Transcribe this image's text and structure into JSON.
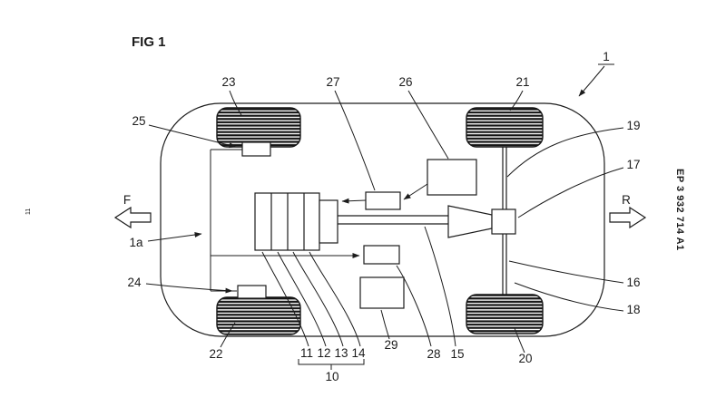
{
  "figure": {
    "title": "FIG 1",
    "patent_number": "EP 3 932 714 A1",
    "margin_note": "11"
  },
  "arrows": {
    "front_label": "F",
    "rear_label": "R"
  },
  "refs": {
    "n1": "1",
    "n1a": "1a",
    "n10": "10",
    "n11": "11",
    "n12": "12",
    "n13": "13",
    "n14": "14",
    "n15": "15",
    "n16": "16",
    "n17": "17",
    "n18": "18",
    "n19": "19",
    "n20": "20",
    "n21": "21",
    "n22": "22",
    "n23": "23",
    "n24": "24",
    "n25": "25",
    "n26": "26",
    "n27": "27",
    "n28": "28",
    "n29": "29"
  },
  "colors": {
    "ink": "#1c1c1c",
    "background": "#ffffff"
  }
}
